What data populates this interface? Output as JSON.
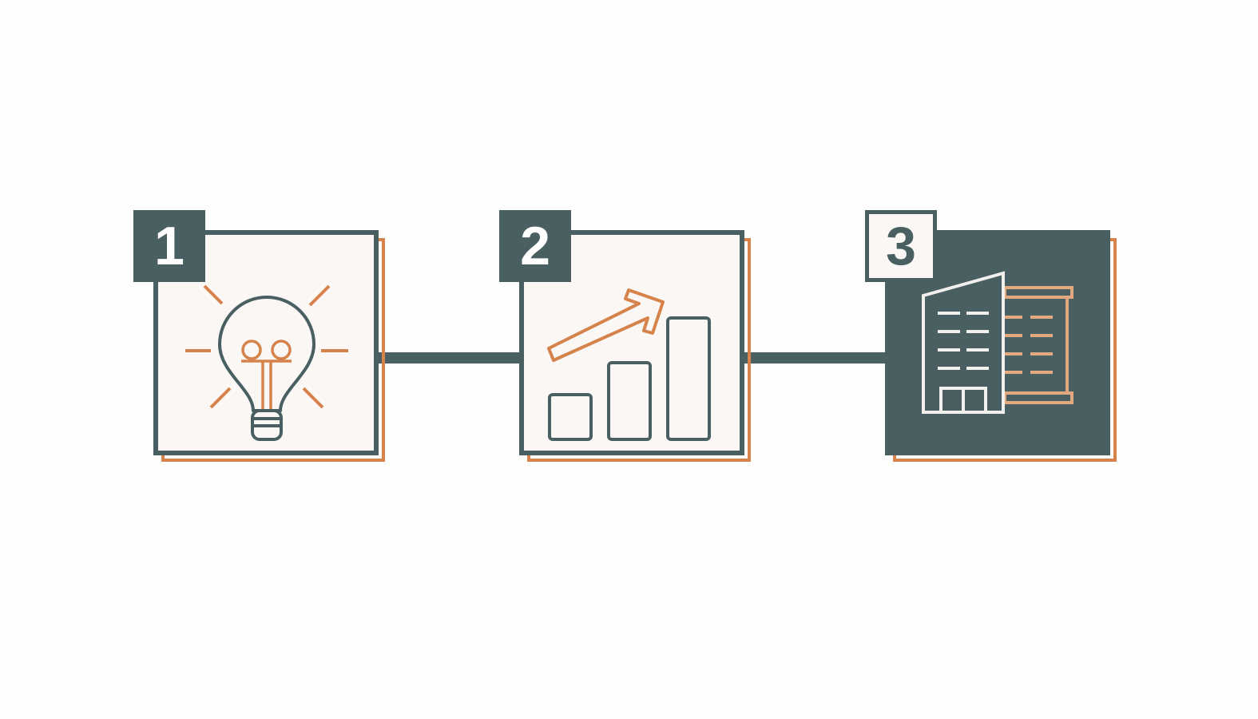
{
  "steps": [
    {
      "number": "1",
      "icon": "lightbulb-icon"
    },
    {
      "number": "2",
      "icon": "growth-chart-icon"
    },
    {
      "number": "3",
      "icon": "office-building-icon"
    }
  ],
  "colors": {
    "slate": "#4a5f61",
    "accent": "#d5834a",
    "card_fill": "#faf7f4",
    "background": "#fdfdfc"
  }
}
